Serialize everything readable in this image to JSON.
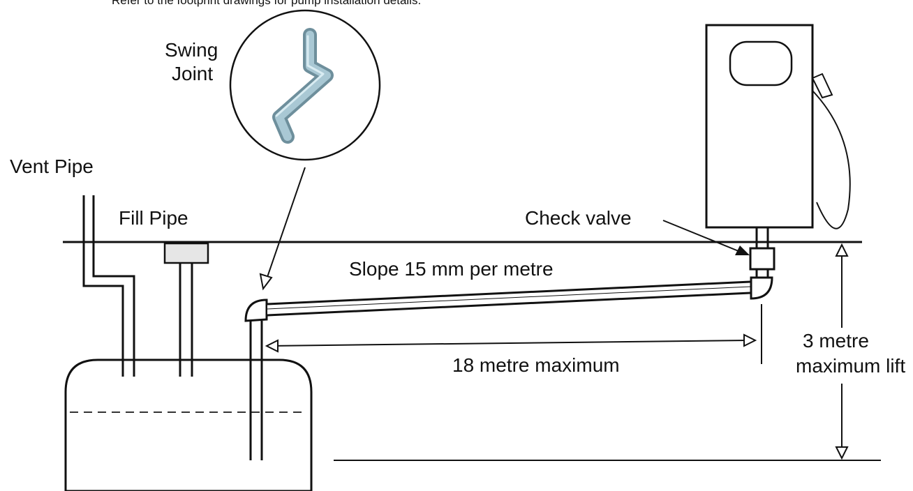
{
  "header_note": "Refer to the footprint drawings for pump installation details.",
  "labels": {
    "swing_joint": [
      "Swing",
      "Joint"
    ],
    "vent_pipe": "Vent Pipe",
    "fill_pipe": "Fill Pipe",
    "check_valve": "Check valve",
    "slope": "Slope 15 mm per metre",
    "horizontal_distance": "18 metre maximum",
    "lift": [
      "3 metre",
      "maximum lift"
    ]
  },
  "colors": {
    "line": "#111111",
    "pipe_fill": "#ffffff",
    "fill_cap": "#e6e6e6",
    "swing_joint_pipe": "#8fb3c2"
  }
}
